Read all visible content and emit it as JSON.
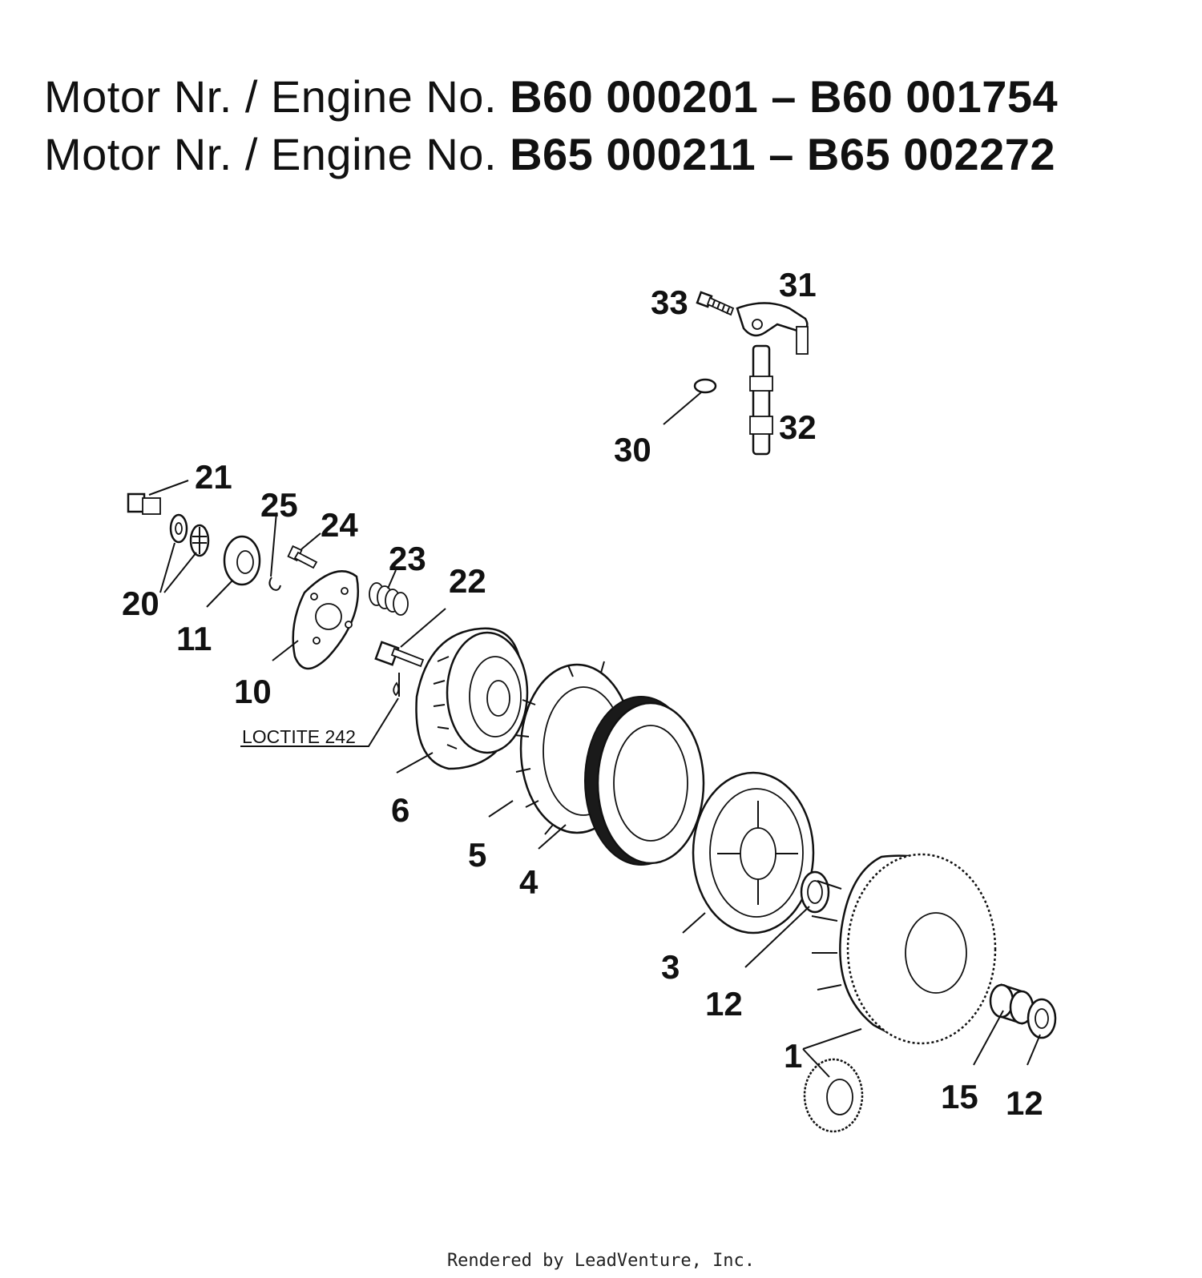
{
  "header": {
    "line1_prefix": "Motor Nr. / Engine No.",
    "line1_range": "B60 000201 – B60 001754",
    "line2_prefix": "Motor Nr. / Engine No.",
    "line2_range": "B65 000211 – B65 002272"
  },
  "callouts": {
    "p1": "1",
    "p3": "3",
    "p4": "4",
    "p5": "5",
    "p6": "6",
    "p10": "10",
    "p11": "11",
    "p12a": "12",
    "p12b": "12",
    "p15": "15",
    "p20": "20",
    "p21": "21",
    "p22": "22",
    "p23": "23",
    "p24": "24",
    "p25": "25",
    "p30": "30",
    "p31": "31",
    "p32": "32",
    "p33": "33"
  },
  "note": "LOCTITE 242",
  "footer": "Rendered by LeadVenture, Inc."
}
